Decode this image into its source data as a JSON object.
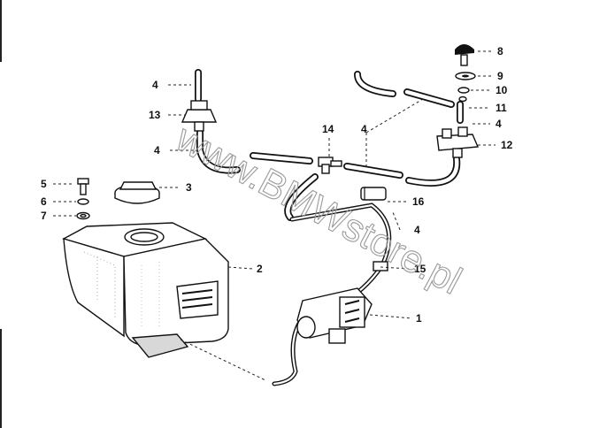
{
  "watermark": "www.BMWstore.pl",
  "callouts": [
    {
      "id": "1",
      "text": "1"
    },
    {
      "id": "2",
      "text": "2"
    },
    {
      "id": "3",
      "text": "3"
    },
    {
      "id": "4a",
      "text": "4"
    },
    {
      "id": "4b",
      "text": "4"
    },
    {
      "id": "4c",
      "text": "4"
    },
    {
      "id": "4d",
      "text": "4"
    },
    {
      "id": "4e",
      "text": "4"
    },
    {
      "id": "5",
      "text": "5"
    },
    {
      "id": "6",
      "text": "6"
    },
    {
      "id": "7",
      "text": "7"
    },
    {
      "id": "8",
      "text": "8"
    },
    {
      "id": "9",
      "text": "9"
    },
    {
      "id": "10",
      "text": "10"
    },
    {
      "id": "11",
      "text": "11"
    },
    {
      "id": "12",
      "text": "12"
    },
    {
      "id": "13",
      "text": "13"
    },
    {
      "id": "14",
      "text": "14"
    },
    {
      "id": "15",
      "text": "15"
    },
    {
      "id": "16",
      "text": "16"
    }
  ]
}
